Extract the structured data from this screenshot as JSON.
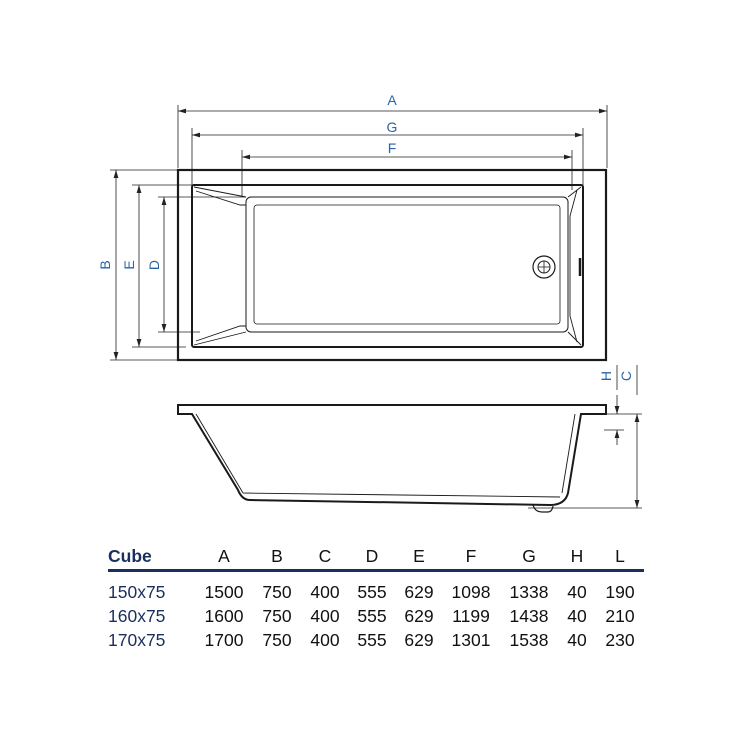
{
  "diagram": {
    "dimension_labels": {
      "A": "A",
      "G": "G",
      "F": "F",
      "B": "B",
      "E": "E",
      "D": "D",
      "H": "H",
      "C": "C"
    },
    "line_color": "#1a1a1a",
    "label_color": "#2a64a8"
  },
  "table": {
    "headers": [
      "Cube",
      "A",
      "B",
      "C",
      "D",
      "E",
      "F",
      "G",
      "H",
      "L"
    ],
    "rows": [
      [
        "150x75",
        "1500",
        "750",
        "400",
        "555",
        "629",
        "1098",
        "1338",
        "40",
        "190"
      ],
      [
        "160x75",
        "1600",
        "750",
        "400",
        "555",
        "629",
        "1199",
        "1438",
        "40",
        "210"
      ],
      [
        "170x75",
        "1700",
        "750",
        "400",
        "555",
        "629",
        "1301",
        "1538",
        "40",
        "230"
      ]
    ],
    "header_color": "#1b2f5e"
  }
}
